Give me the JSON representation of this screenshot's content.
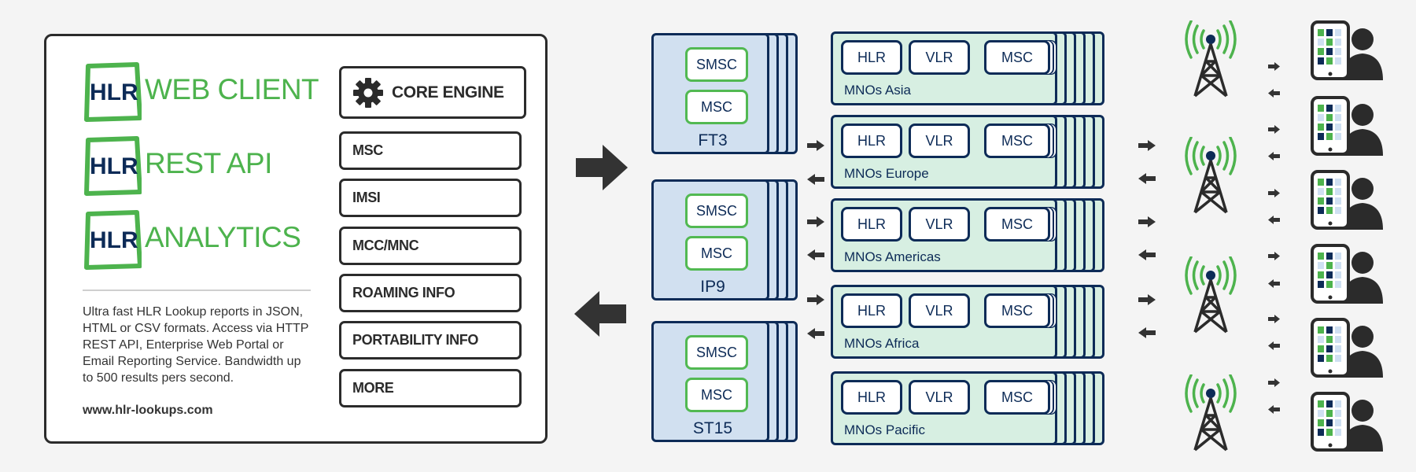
{
  "product": {
    "brands": [
      {
        "prefix": "HLR",
        "suffix": "WEB CLIENT"
      },
      {
        "prefix": "HLR",
        "suffix": "REST API"
      },
      {
        "prefix": "HLR",
        "suffix": "ANALYTICS"
      }
    ],
    "description": "Ultra fast HLR Lookup reports in JSON, HTML or CSV formats. Access via HTTP REST API, Enterprise Web Portal or Email Reporting Service.  Bandwidth up to 500 results pers second.",
    "website": "www.hlr-lookups.com",
    "core_engine": "CORE ENGINE",
    "features": [
      "MSC",
      "IMSI",
      "MCC/MNC",
      "ROAMING INFO",
      "PORTABILITY INFO",
      "MORE"
    ]
  },
  "gateways": [
    {
      "label": "FT3",
      "nodes": [
        "SMSC",
        "MSC"
      ]
    },
    {
      "label": "IP9",
      "nodes": [
        "SMSC",
        "MSC"
      ]
    },
    {
      "label": "ST15",
      "nodes": [
        "SMSC",
        "MSC"
      ]
    }
  ],
  "mno_nodes": [
    "HLR",
    "VLR",
    "MSC"
  ],
  "mnos": [
    {
      "label": "MNOs Asia"
    },
    {
      "label": "MNOs Europe"
    },
    {
      "label": "MNOs Americas"
    },
    {
      "label": "MNOs Africa"
    },
    {
      "label": "MNOs Pacific"
    }
  ],
  "colors": {
    "navy": "#0d2b57",
    "green": "#4db34d",
    "gateway_fill": "#d1e0f0",
    "mno_fill": "#d7efe2",
    "dark": "#2b2b2b"
  },
  "icons": [
    "gear-icon",
    "cell-tower-icon",
    "mobile-user-icon",
    "arrow-right-icon",
    "arrow-left-icon"
  ]
}
